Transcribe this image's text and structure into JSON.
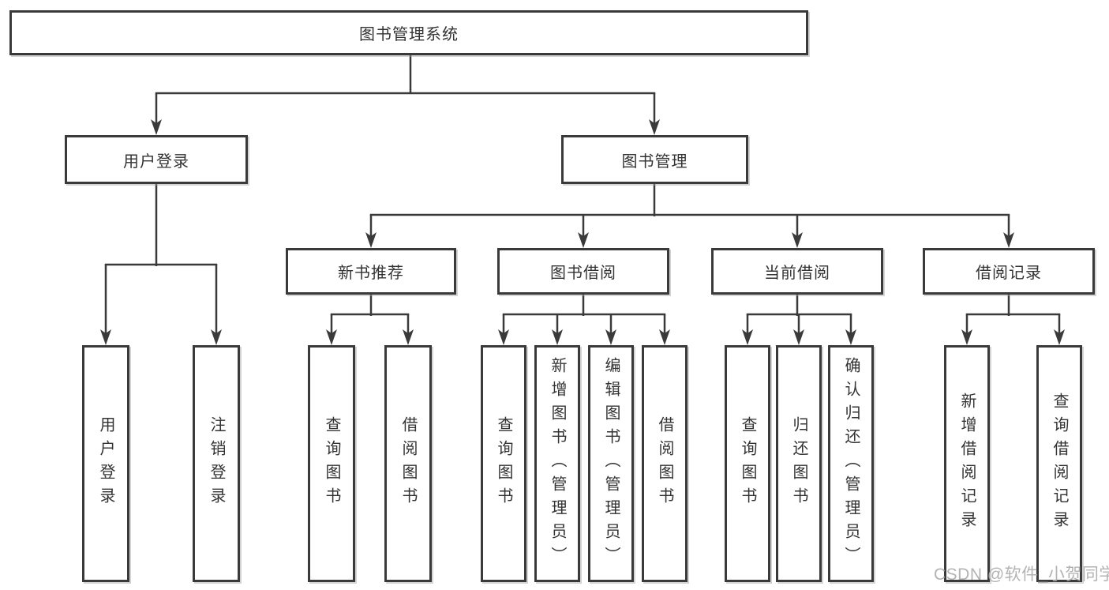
{
  "diagram_title": "图书管理系统",
  "nodes": {
    "root": {
      "label": "图书管理系统"
    },
    "user_login": {
      "label": "用户登录"
    },
    "book_management": {
      "label": "图书管理"
    },
    "new_book_recommend": {
      "label": "新书推荐"
    },
    "book_borrow": {
      "label": "图书借阅"
    },
    "current_borrow": {
      "label": "当前借阅"
    },
    "borrow_record": {
      "label": "借阅记录"
    },
    "leaf_user_login": {
      "label": "用户登录"
    },
    "leaf_logout": {
      "label": "注销登录"
    },
    "leaf_query_book_1": {
      "label": "查询图书"
    },
    "leaf_borrow_book_1": {
      "label": "借阅图书"
    },
    "leaf_query_book_2": {
      "label": "查询图书"
    },
    "leaf_add_book_admin": {
      "label": "新增图书（管理员）"
    },
    "leaf_edit_book_admin": {
      "label": "编辑图书（管理员）"
    },
    "leaf_borrow_book_2": {
      "label": "借阅图书"
    },
    "leaf_query_book_3": {
      "label": "查询图书"
    },
    "leaf_return_book": {
      "label": "归还图书"
    },
    "leaf_confirm_return_admin": {
      "label": "确认归还（管理员）"
    },
    "leaf_add_borrow_record": {
      "label": "新增借阅记录"
    },
    "leaf_query_borrow_record": {
      "label": "查询借阅记录"
    }
  },
  "watermark": {
    "text": "CSDN @软件_小贺同学"
  },
  "colors": {
    "line": "#3a3a3a",
    "box_border": "#3a3a3a",
    "box_fill": "#ffffff",
    "text": "#333333",
    "watermark": "#acacac",
    "background": "#ffffff"
  }
}
